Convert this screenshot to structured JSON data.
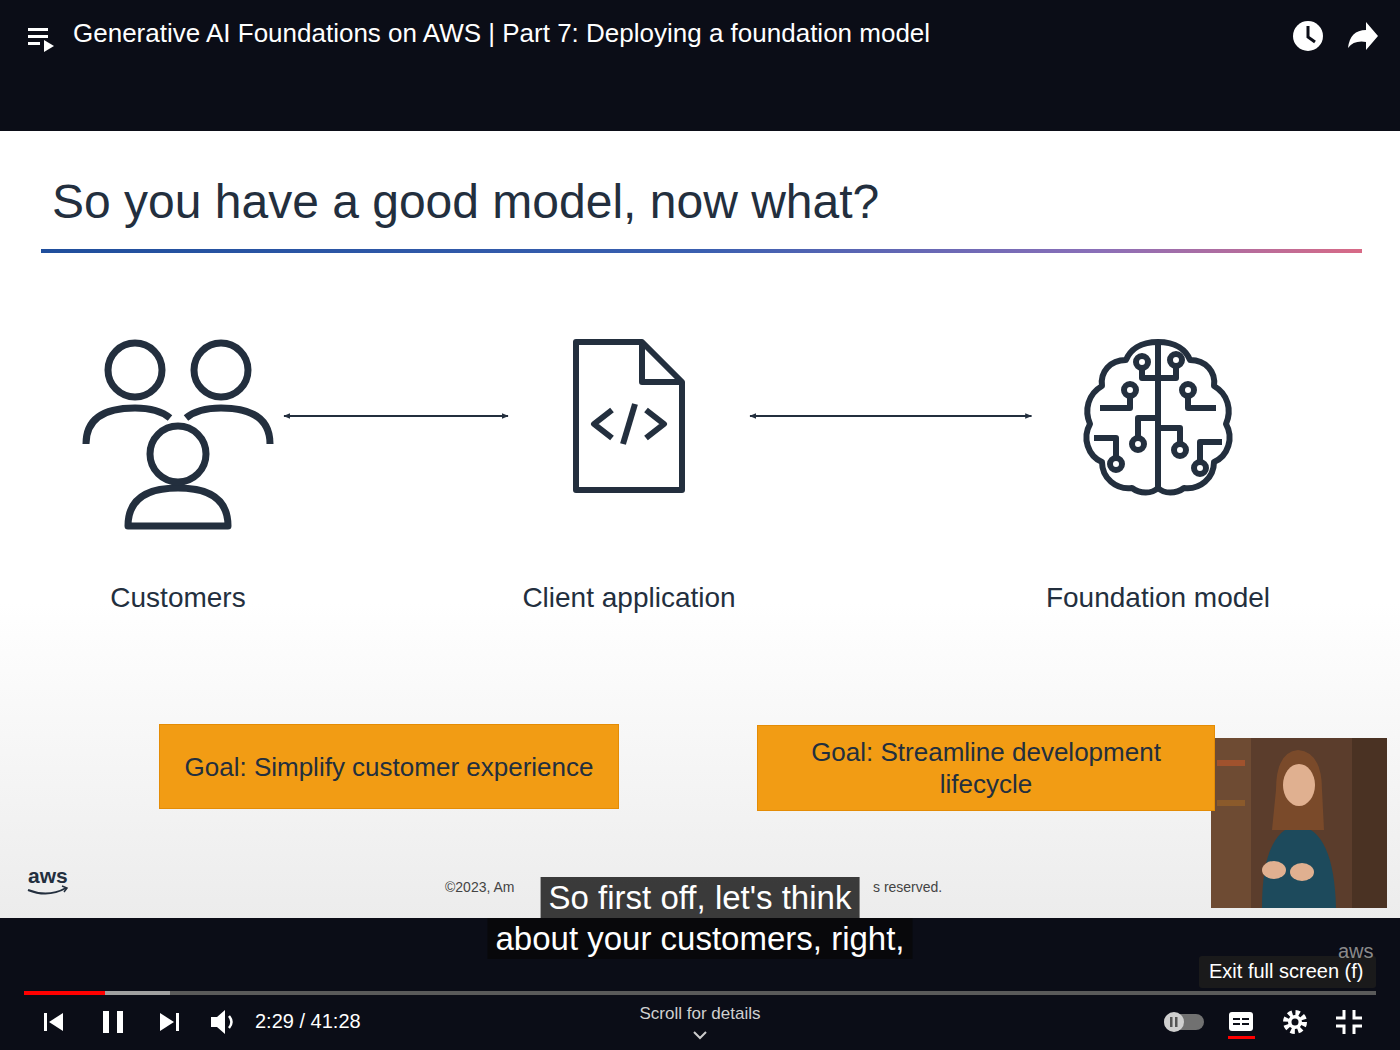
{
  "diagram": {
    "title": "So you have a good model, now what?",
    "nodes": [
      {
        "text": [
          "Customers"
        ]
      },
      {
        "text": [
          "Client application"
        ]
      },
      {
        "text": [
          "Foundation model"
        ]
      },
      {
        "text": [
          "Goal: Simplify customer experience"
        ]
      },
      {
        "text": [
          "Goal: Streamline development lifecycle"
        ]
      }
    ],
    "edges": [
      {
        "from": 0,
        "to": 1,
        "arrow": "both"
      },
      {
        "from": 1,
        "to": 2,
        "arrow": "both"
      }
    ],
    "labels": [
      "Generative AI Foundations on AWS | Part 7: Deploying a foundation model",
      "aws",
      "©2023, Am",
      "s reserved.",
      "So first off, let's think",
      "about your customers, right,",
      "aws",
      "Exit full screen (f)",
      "2:29 / 41:28",
      "Scroll for details"
    ]
  }
}
